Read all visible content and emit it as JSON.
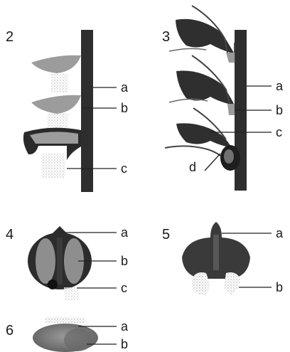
{
  "figures": [
    {
      "number": "2",
      "labels": [
        "a",
        "b",
        "c"
      ]
    },
    {
      "number": "3",
      "labels": [
        "a",
        "b",
        "c",
        "d"
      ]
    },
    {
      "number": "4",
      "labels": [
        "a",
        "b",
        "c"
      ]
    },
    {
      "number": "5",
      "labels": [
        "a",
        "b"
      ]
    },
    {
      "number": "6",
      "labels": [
        "a",
        "b"
      ]
    }
  ]
}
